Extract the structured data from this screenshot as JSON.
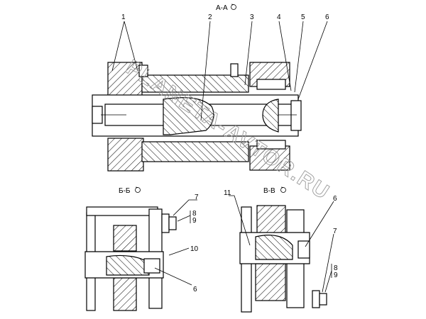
{
  "views": {
    "aa": {
      "title": "А-А"
    },
    "bb": {
      "title": "Б-Б"
    },
    "vv": {
      "title": "В-В"
    }
  },
  "callouts": {
    "aa": [
      "1",
      "2",
      "3",
      "4",
      "5",
      "6"
    ],
    "bb": [
      "7",
      "8",
      "9",
      "10",
      "6"
    ],
    "vv": [
      "11",
      "6",
      "7",
      "8",
      "9"
    ]
  },
  "watermark": "PLANETA-AVTOR.RU"
}
